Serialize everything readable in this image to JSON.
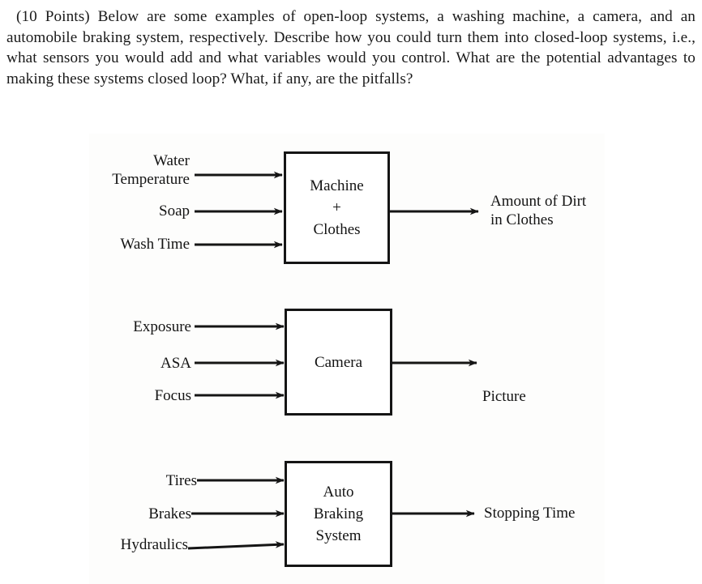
{
  "document": {
    "problem_statement": "(10 Points) Below are some examples of open-loop systems, a washing machine, a camera, and an automobile braking system, respectively. Describe how you could turn them into closed-loop systems, i.e., what sensors you would add and what variables would you control. What are the potential advantages to making these systems closed loop? What, if any, are the pitfalls?",
    "ink_color": "#141414",
    "page_background": "#ffffff",
    "figure_background": "#fdfdfc"
  },
  "figure": {
    "caption": "",
    "diagrams": [
      {
        "id": "washing-machine",
        "block_lines": [
          "Machine",
          "+",
          "Clothes"
        ],
        "inputs": [
          {
            "lines": [
              "Water",
              "Temperature"
            ]
          },
          {
            "lines": [
              "Soap"
            ]
          },
          {
            "lines": [
              "Wash Time"
            ]
          }
        ],
        "outputs": [
          {
            "lines": [
              "Amount of Dirt",
              "in Clothes"
            ]
          }
        ]
      },
      {
        "id": "camera",
        "block_lines": [
          "Camera"
        ],
        "inputs": [
          {
            "lines": [
              "Exposure"
            ]
          },
          {
            "lines": [
              "ASA"
            ]
          },
          {
            "lines": [
              "Focus"
            ]
          }
        ],
        "outputs": [
          {
            "lines": [
              "Picture"
            ]
          }
        ]
      },
      {
        "id": "auto-braking-system",
        "block_lines": [
          "Auto",
          "Braking",
          "System"
        ],
        "inputs": [
          {
            "lines": [
              "Tires"
            ]
          },
          {
            "lines": [
              "Brakes"
            ]
          },
          {
            "lines": [
              "Hydraulics"
            ]
          }
        ],
        "outputs": [
          {
            "lines": [
              "Stopping Time"
            ]
          }
        ]
      }
    ]
  }
}
